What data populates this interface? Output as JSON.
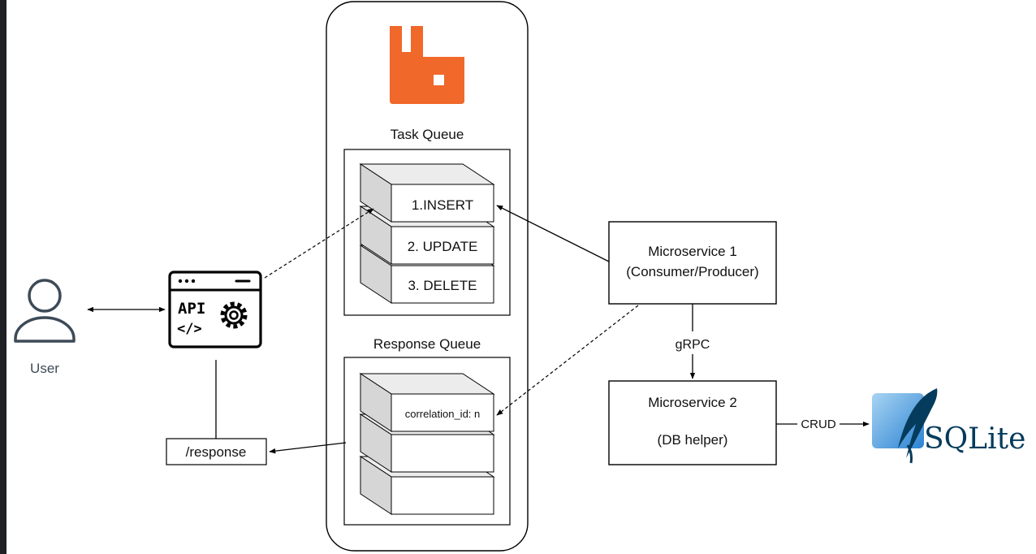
{
  "left_strip_color": "#1f2023",
  "broker_logo_color": "#f0682a",
  "sqlite_blue": "#2b84d4",
  "sqlite_dark": "#053b5c",
  "user": {
    "label": "User",
    "icon": "user-icon"
  },
  "api": {
    "icon_text": "API",
    "icon": "api-gear-icon"
  },
  "response_endpoint": {
    "label": "/response"
  },
  "broker": {
    "icon": "rabbitmq-logo-icon"
  },
  "task_queue": {
    "title": "Task Queue",
    "items": [
      "1.INSERT",
      "2. UPDATE",
      "3. DELETE"
    ]
  },
  "response_queue": {
    "title": "Response Queue",
    "items": [
      "correlation_id: n",
      "",
      ""
    ]
  },
  "microservice1": {
    "line1": "Microservice 1",
    "line2": "(Consumer/Producer)"
  },
  "microservice2": {
    "line1": "Microservice 2",
    "line2": "(DB helper)"
  },
  "edges": {
    "grpc": "gRPC",
    "crud": "CRUD"
  },
  "sqlite": {
    "text": "SQLite",
    "icon": "sqlite-logo-icon"
  }
}
